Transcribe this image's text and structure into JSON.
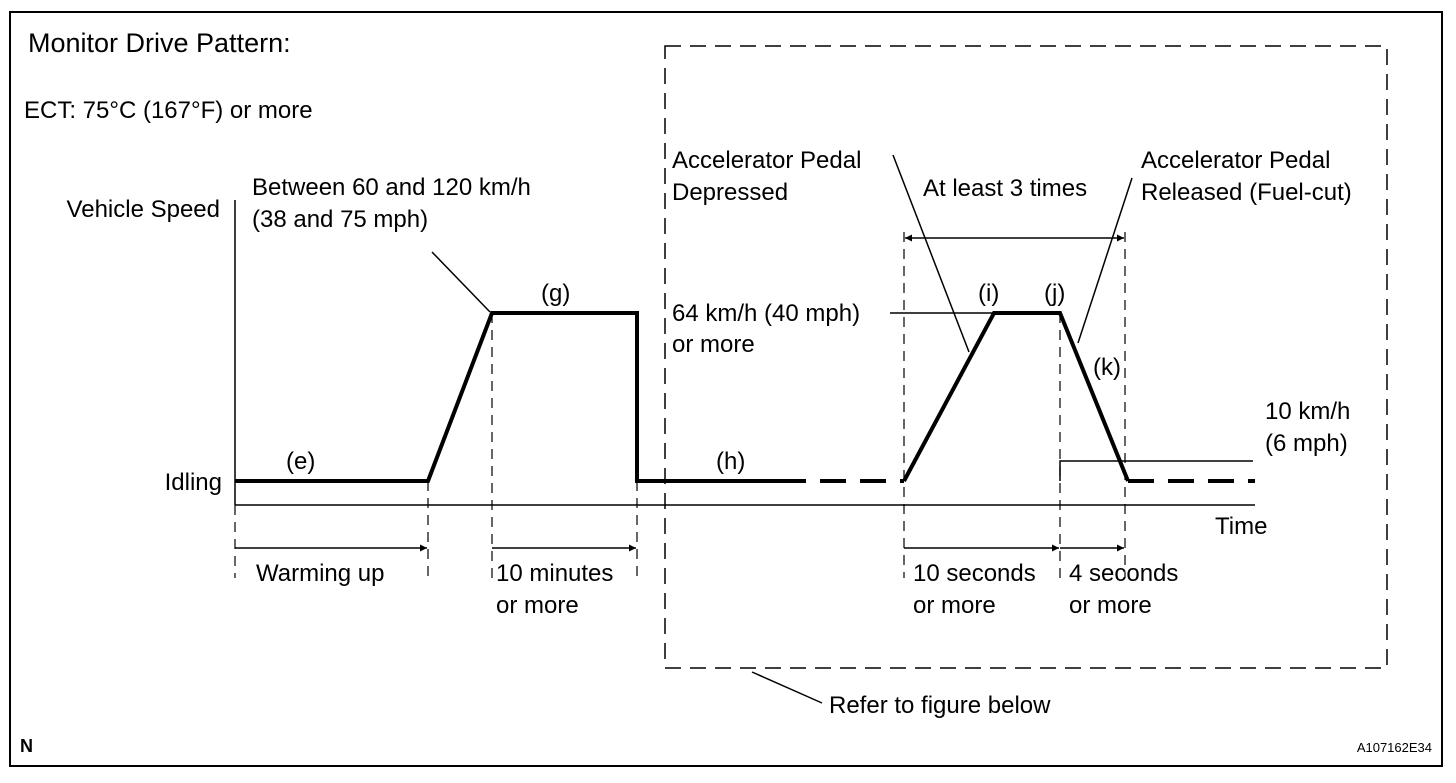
{
  "title": "Monitor Drive Pattern:",
  "condition": "ECT: 75°C (167°F) or more",
  "axes": {
    "y_label": "Vehicle Speed",
    "x_label": "Time",
    "idle_label": "Idling"
  },
  "annotations": {
    "speed_range_line1": "Between 60 and 120 km/h",
    "speed_range_line2": "(38 and 75 mph)",
    "pedal_depressed_line1": "Accelerator Pedal",
    "pedal_depressed_line2": "Depressed",
    "repeat": "At least 3 times",
    "pedal_released_line1": "Accelerator Pedal",
    "pedal_released_line2": "Released (Fuel-cut)",
    "speed_threshold_line1": "64 km/h (40 mph)",
    "speed_threshold_line2": "or more",
    "low_speed_line1": "10 km/h",
    "low_speed_line2": "(6 mph)",
    "refer": "Refer to figure below"
  },
  "steps": {
    "e": "(e)",
    "g": "(g)",
    "h": "(h)",
    "i": "(i)",
    "j": "(j)",
    "k": "(k)"
  },
  "durations": {
    "warming_up": "Warming up",
    "g_line1": "10 minutes",
    "g_line2": "or more",
    "i_line1": "10 seconds",
    "i_line2": "or more",
    "k_line1": "4 seconds",
    "k_line2": "or more"
  },
  "footer": {
    "corner_mark": "N",
    "figure_id": "A107162E34"
  }
}
